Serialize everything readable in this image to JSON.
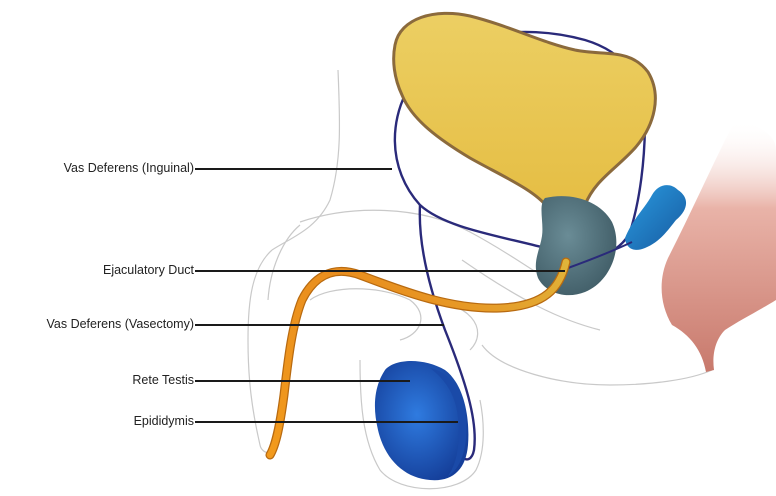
{
  "labels": {
    "vas_deferens_inguinal": "Vas Deferens (Inguinal)",
    "ejaculatory_duct": "Ejaculatory Duct",
    "vas_deferens_vasectomy": "Vas Deferens (Vasectomy)",
    "rete_testis": "Rete Testis",
    "epididymis": "Epididymis"
  },
  "colors": {
    "bladder": "#e6c24a",
    "bladder_outline": "#8b6a3c",
    "prostate": "#4f6e78",
    "seminal_vesicle": "#1f7fc4",
    "vas_deferens": "#2a2a7a",
    "urethra": "#e98e1e",
    "testis": "#1f5fbf",
    "rectum": "#c97a6e",
    "body_outline": "#c8c8c8"
  }
}
